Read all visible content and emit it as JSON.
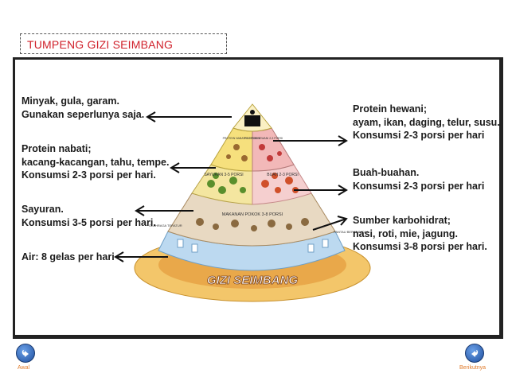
{
  "slide": {
    "title": "TUMPENG GIZI SEIMBANG"
  },
  "poster": {
    "left_labels": [
      {
        "line1": "Minyak, gula, garam.",
        "line2": "Gunakan seperlunya saja."
      },
      {
        "line1": "Protein nabati;",
        "line2": "kacang-kacangan, tahu, tempe.",
        "line3": "Konsumsi 2-3 porsi per hari."
      },
      {
        "line1": "Sayuran.",
        "line2": "Konsumsi 3-5 porsi per hari."
      },
      {
        "line1": "Air: 8 gelas per hari"
      }
    ],
    "right_labels": [
      {
        "line1": "Protein hewani;",
        "line2": "ayam, ikan, daging, telur, susu.",
        "line3": "Konsumsi 2-3 porsi per hari"
      },
      {
        "line1": "Buah-buahan.",
        "line2": "Konsumsi 2-3 porsi per hari"
      },
      {
        "line1": "Sumber karbohidrat;",
        "line2": "nasi, roti, mie, jagung.",
        "line3": "Konsumsi 3-8 porsi per hari."
      }
    ],
    "pyramid": {
      "protein_nabati_band": "PROTEIN NABATI 2-3 PORSI",
      "protein_hewani_band": "PROTEIN HEWANI 2-3 PORSI",
      "sayuran_band": "SAYURAN 3-5 PORSI",
      "buah_band": "BUAH 2-3 PORSI",
      "makanan_pokok_band": "MAKANAN POKOK 3-8 PORSI",
      "base_title": "GIZI SEIMBANG",
      "left_ring_text": "OLAHRAGA TERATUR",
      "right_ring_text": "PANTAU BERAT BADAN"
    }
  },
  "navigation": {
    "prev_label": "Awal",
    "next_label": "Berikutnya"
  },
  "colors": {
    "title": "#d0202a",
    "frame": "#222222",
    "nav_blue": "#2a5fb0",
    "nav_label": "#e07a2a"
  },
  "icons": {
    "prev": "back-arrow-icon",
    "next": "forward-arrow-icon"
  }
}
